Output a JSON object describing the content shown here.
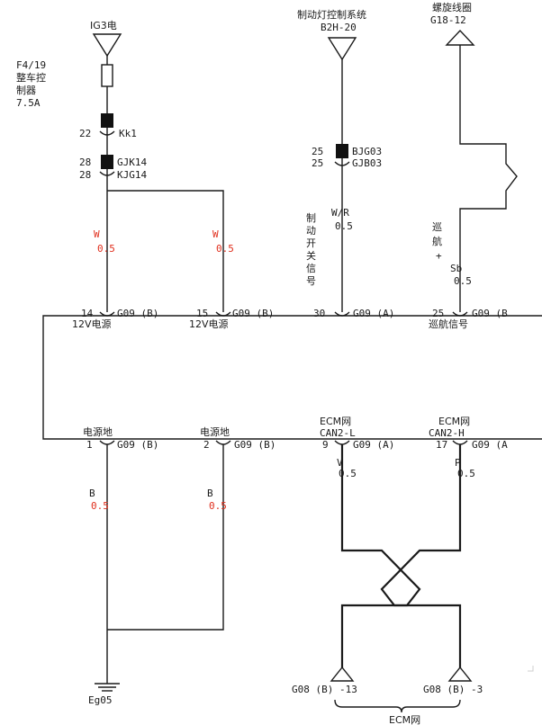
{
  "power": {
    "source": "IG3电",
    "fuse_id": "F4/19",
    "fuse_desc_1": "整车控",
    "fuse_desc_2": "制器",
    "fuse_rating": "7.5A",
    "conn1_pin": "22",
    "conn1_name": "Kk1",
    "conn2_pin_a": "28",
    "conn2_name_a": "GJK14",
    "conn2_pin_b": "28",
    "conn2_name_b": "KJG14"
  },
  "brake": {
    "title": "制动灯控制系统",
    "code": "B2H-20",
    "conn_pin_a": "25",
    "conn_name_a": "BJG03",
    "conn_pin_b": "25",
    "conn_name_b": "GJB03",
    "vlabel": [
      "制",
      "动",
      "开",
      "关",
      "信",
      "号"
    ],
    "wire_color": "W/R",
    "wire_size": "0.5"
  },
  "coil": {
    "title": "螺旋线圈",
    "code": "G18-12",
    "vlabel": [
      "巡",
      "航",
      "+"
    ],
    "wire_color": "Sb",
    "wire_size": "0.5"
  },
  "top_wires": [
    {
      "color": "W",
      "size": "0.5"
    },
    {
      "color": "W",
      "size": "0.5"
    }
  ],
  "top_pins": [
    {
      "pin": "14",
      "conn": "G09 (B)",
      "func": "12V电源"
    },
    {
      "pin": "15",
      "conn": "G09 (B)",
      "func": "12V电源"
    },
    {
      "pin": "30",
      "conn": "G09 (A)",
      "func": ""
    },
    {
      "pin": "25",
      "conn": "G09 (B",
      "func": "巡航信号"
    }
  ],
  "bottom_pins": [
    {
      "pin": "1",
      "conn": "G09 (B)",
      "func": "电源地"
    },
    {
      "pin": "2",
      "conn": "G09 (B)",
      "func": "电源地"
    },
    {
      "pin": "9",
      "conn": "G09 (A)",
      "func": "CAN2-L",
      "net": "ECM网"
    },
    {
      "pin": "17",
      "conn": "G09 (A",
      "func": "CAN2-H",
      "net": "ECM网"
    }
  ],
  "bottom_wires": [
    {
      "color": "B",
      "size": "0.5"
    },
    {
      "color": "B",
      "size": "0.5"
    },
    {
      "color": "V",
      "size": "0.5"
    },
    {
      "color": "P",
      "size": "0.5"
    }
  ],
  "ground": {
    "label": "Eg05"
  },
  "ecm_out": [
    {
      "label": "G08 (B) -13"
    },
    {
      "label": "G08 (B) -3"
    }
  ],
  "ecm_group": "ECM网"
}
